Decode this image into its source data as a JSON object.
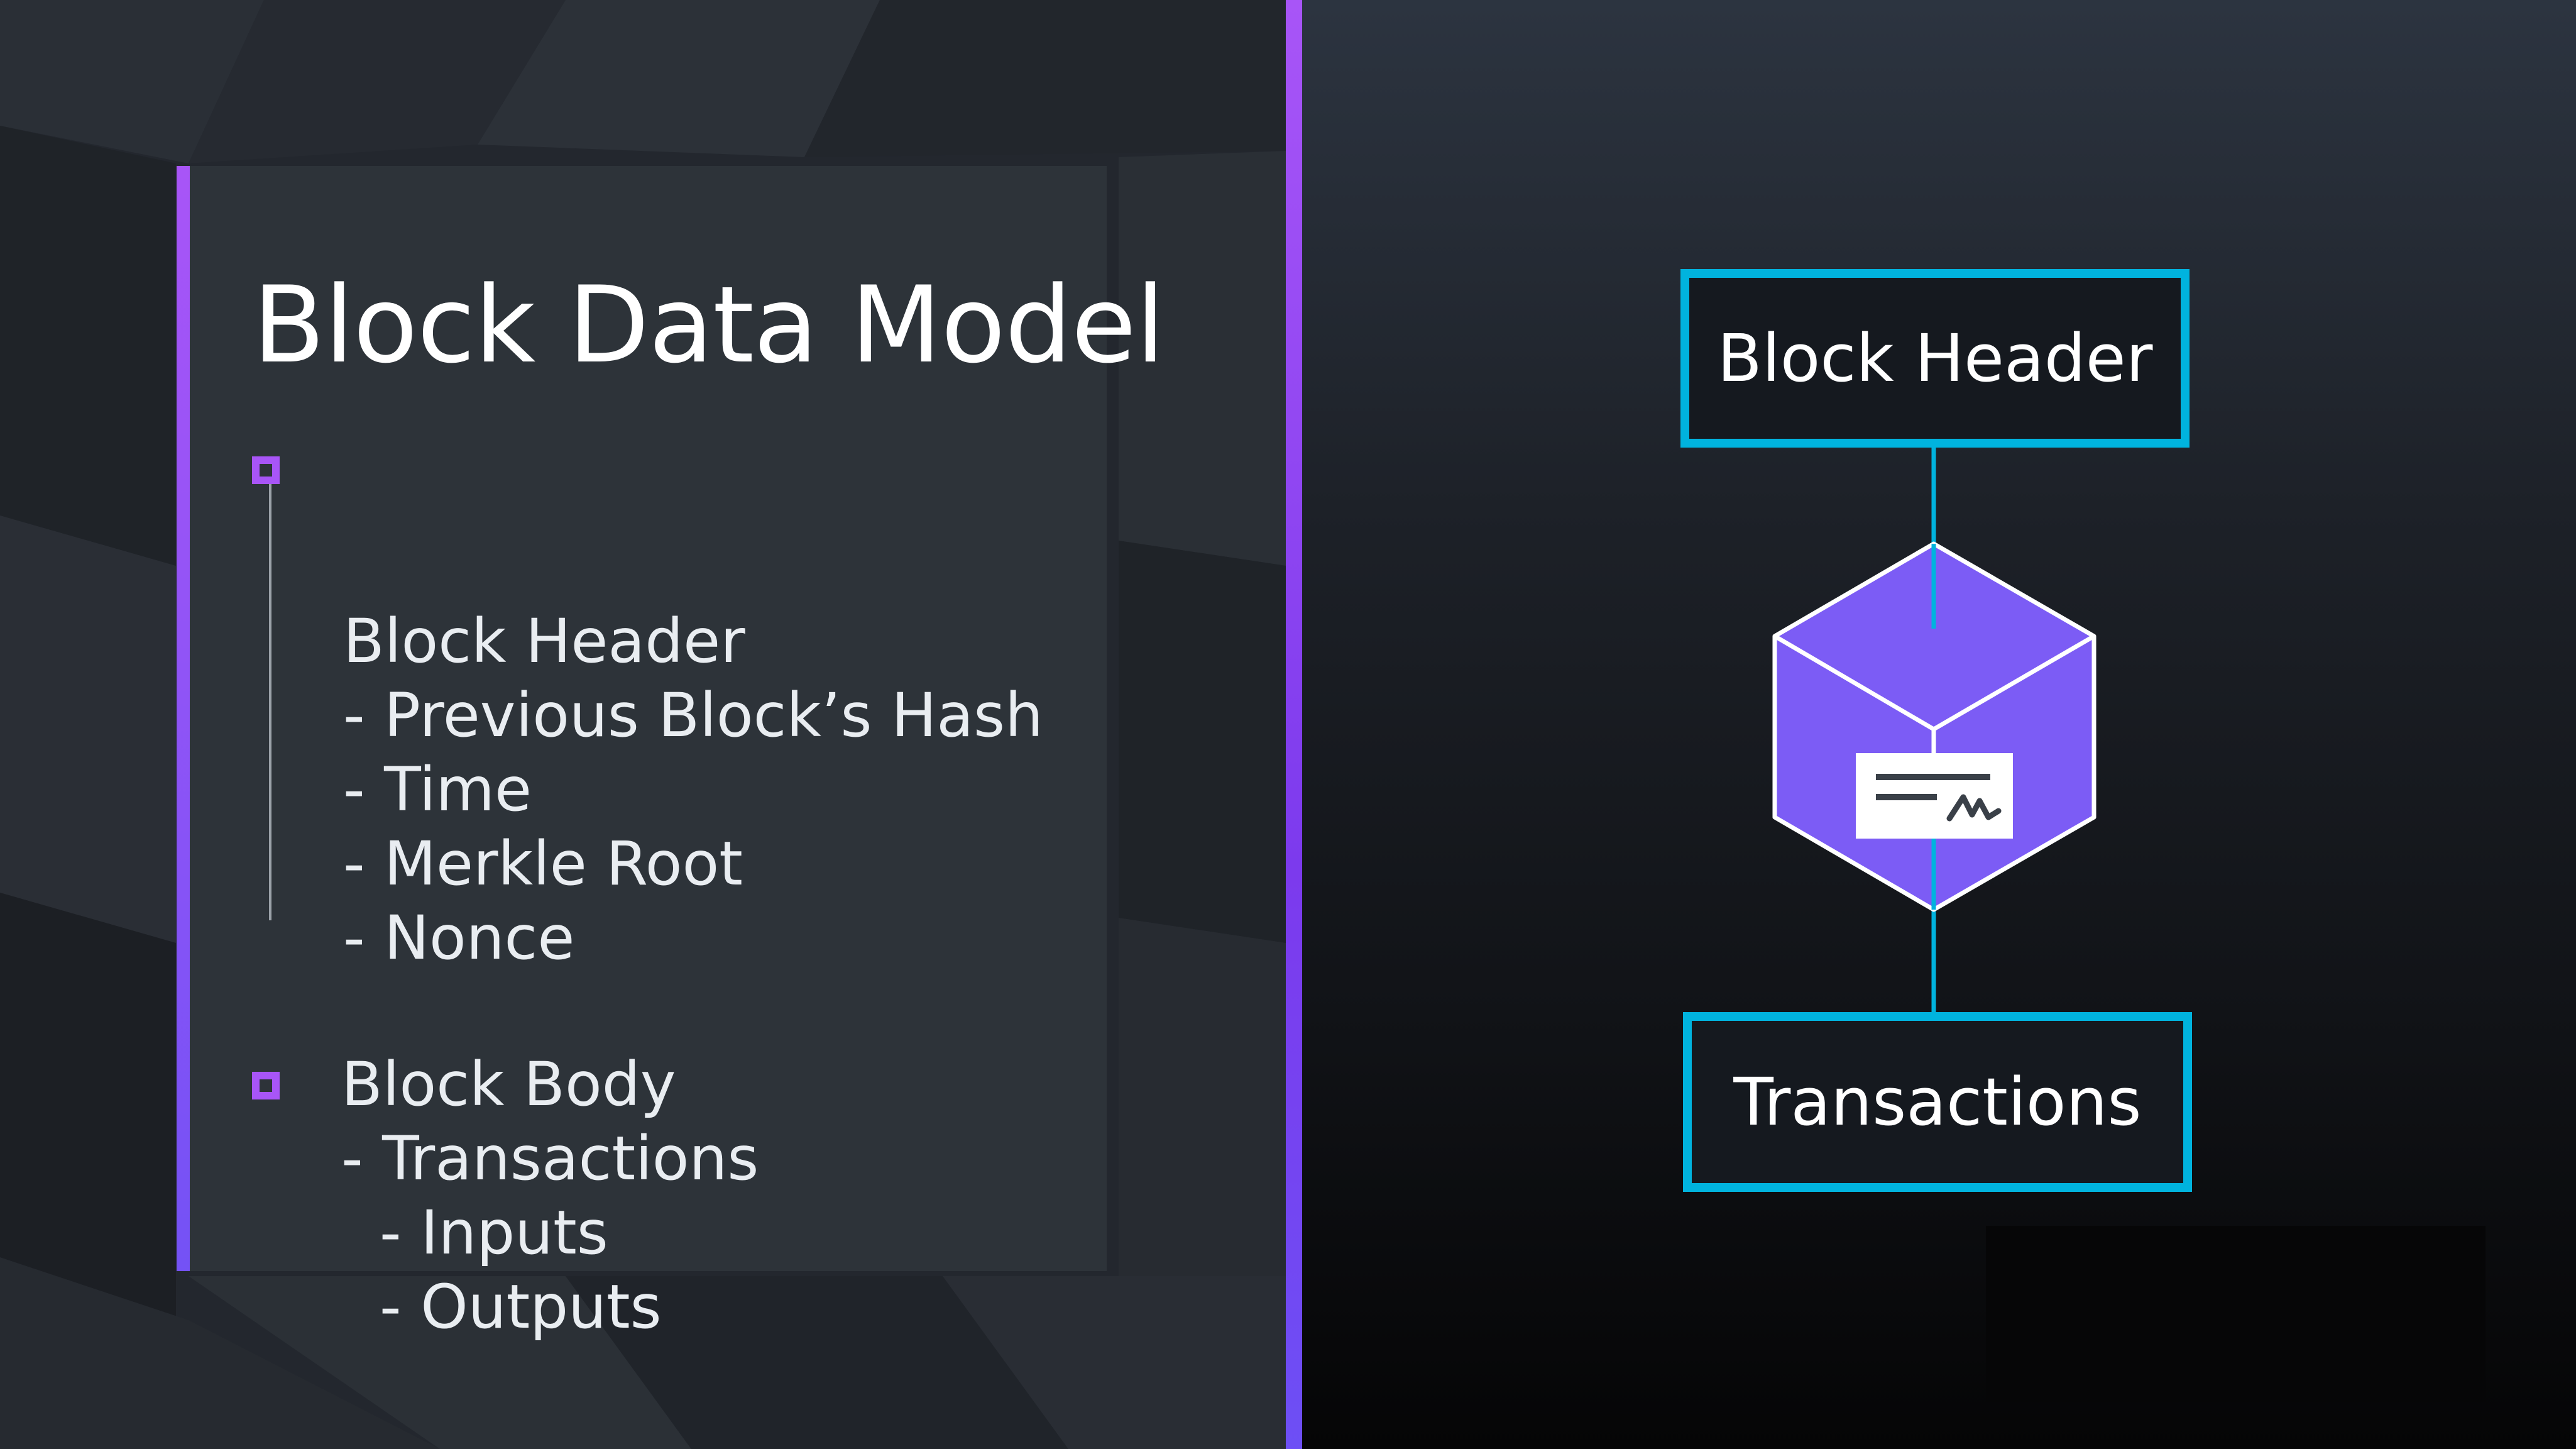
{
  "slide": {
    "title": "Block Data Model",
    "accent_color": "#a855f7",
    "diagram_color": "#00b3de",
    "cube_color": "#7c5cf5"
  },
  "outline": {
    "sections": [
      {
        "heading": "Block Header",
        "items": [
          "- Previous Block’s Hash",
          "- Time",
          "- Merkle Root",
          "- Nonce"
        ]
      },
      {
        "heading": "Block Body",
        "items": [
          "- Transactions",
          "  - Inputs",
          "  - Outputs"
        ]
      }
    ]
  },
  "diagram": {
    "top_box_label": "Block Header",
    "bottom_box_label": "Transactions",
    "center_icon": "block-cube-with-signed-document-icon"
  }
}
